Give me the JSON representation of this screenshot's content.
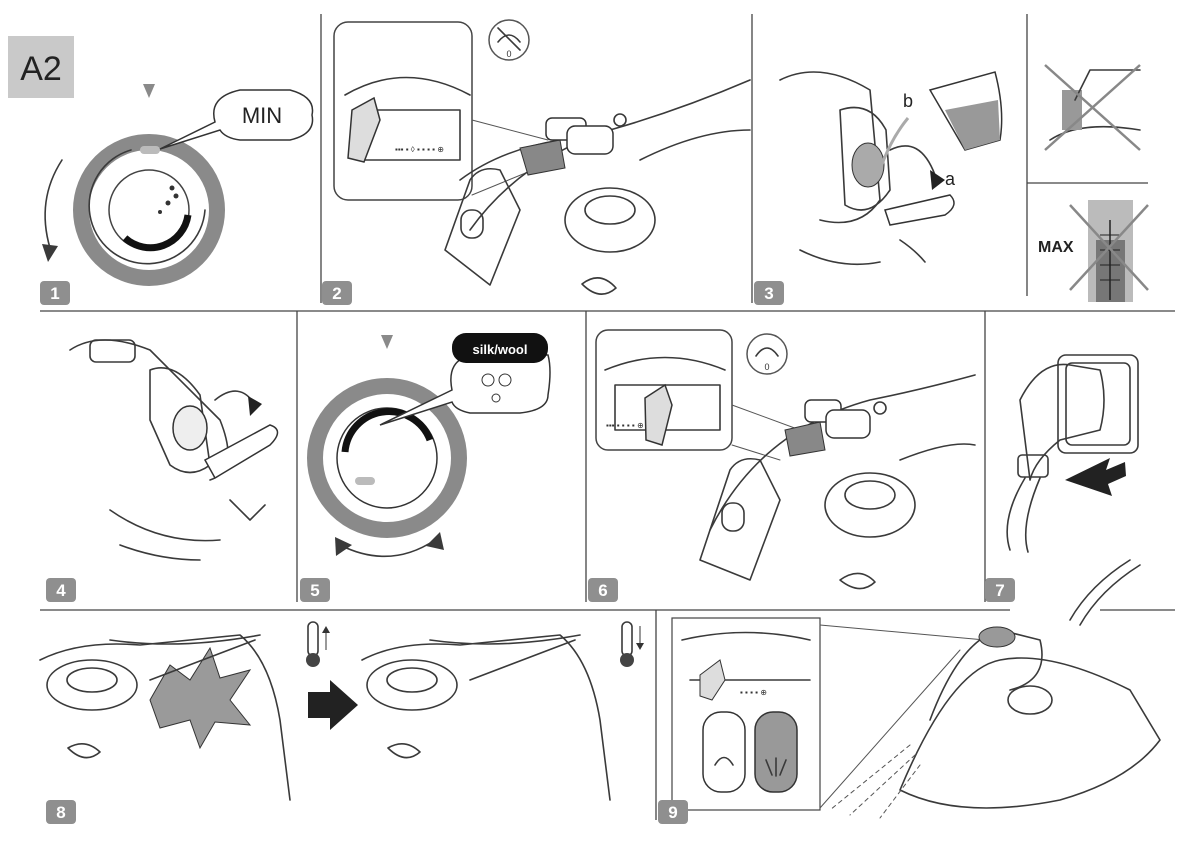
{
  "header": {
    "section_label": "A2"
  },
  "labels": {
    "min": "MIN",
    "silk_wool": "silk/wool",
    "max": "MAX",
    "step3_a": "a",
    "step3_b": "b"
  },
  "steps": [
    "1",
    "2",
    "3",
    "4",
    "5",
    "6",
    "7",
    "8",
    "9"
  ],
  "colors": {
    "badge": "#8f8f8f",
    "dial_ring": "#8a8a8a",
    "line": "#3a3a3a"
  },
  "icons": [
    "arrow-icon",
    "thermometer-up-icon",
    "thermometer-down-icon",
    "steam-icon",
    "no-steam-icon",
    "plug-icon",
    "iron-icon"
  ]
}
